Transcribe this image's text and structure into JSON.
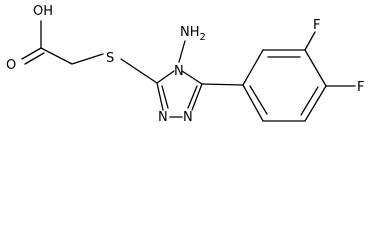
{
  "molecule": {
    "atoms": {
      "hydroxyl": "OH",
      "carbonyl_oxygen": "O",
      "sulfur": "S",
      "amino": "NH2",
      "ring_n4": "N",
      "ring_n1": "N",
      "ring_n2": "N",
      "fluorine_3": "F",
      "fluorine_4": "F"
    }
  }
}
